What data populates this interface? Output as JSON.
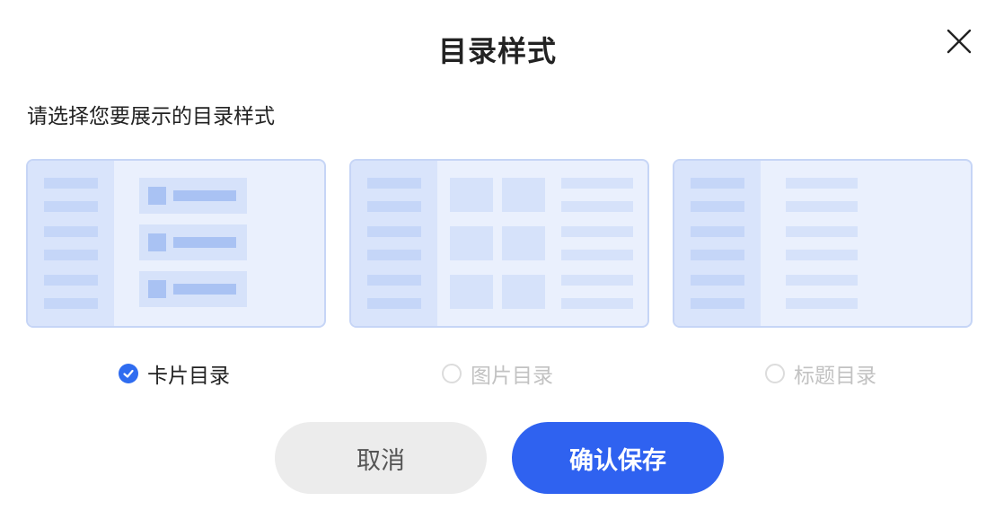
{
  "dialog": {
    "title": "目录样式",
    "subtitle": "请选择您要展示的目录样式"
  },
  "options": [
    {
      "label": "卡片目录",
      "selected": true
    },
    {
      "label": "图片目录",
      "selected": false
    },
    {
      "label": "标题目录",
      "selected": false
    }
  ],
  "buttons": {
    "cancel_label": "取消",
    "save_label": "确认保存"
  },
  "colors": {
    "accent": "#2f62f0",
    "card_bg": "#eaf0fd",
    "card_border": "#c6d5f6",
    "muted_text": "#c2c2c2"
  },
  "icons": {
    "close": "close-icon",
    "check": "check-icon"
  }
}
